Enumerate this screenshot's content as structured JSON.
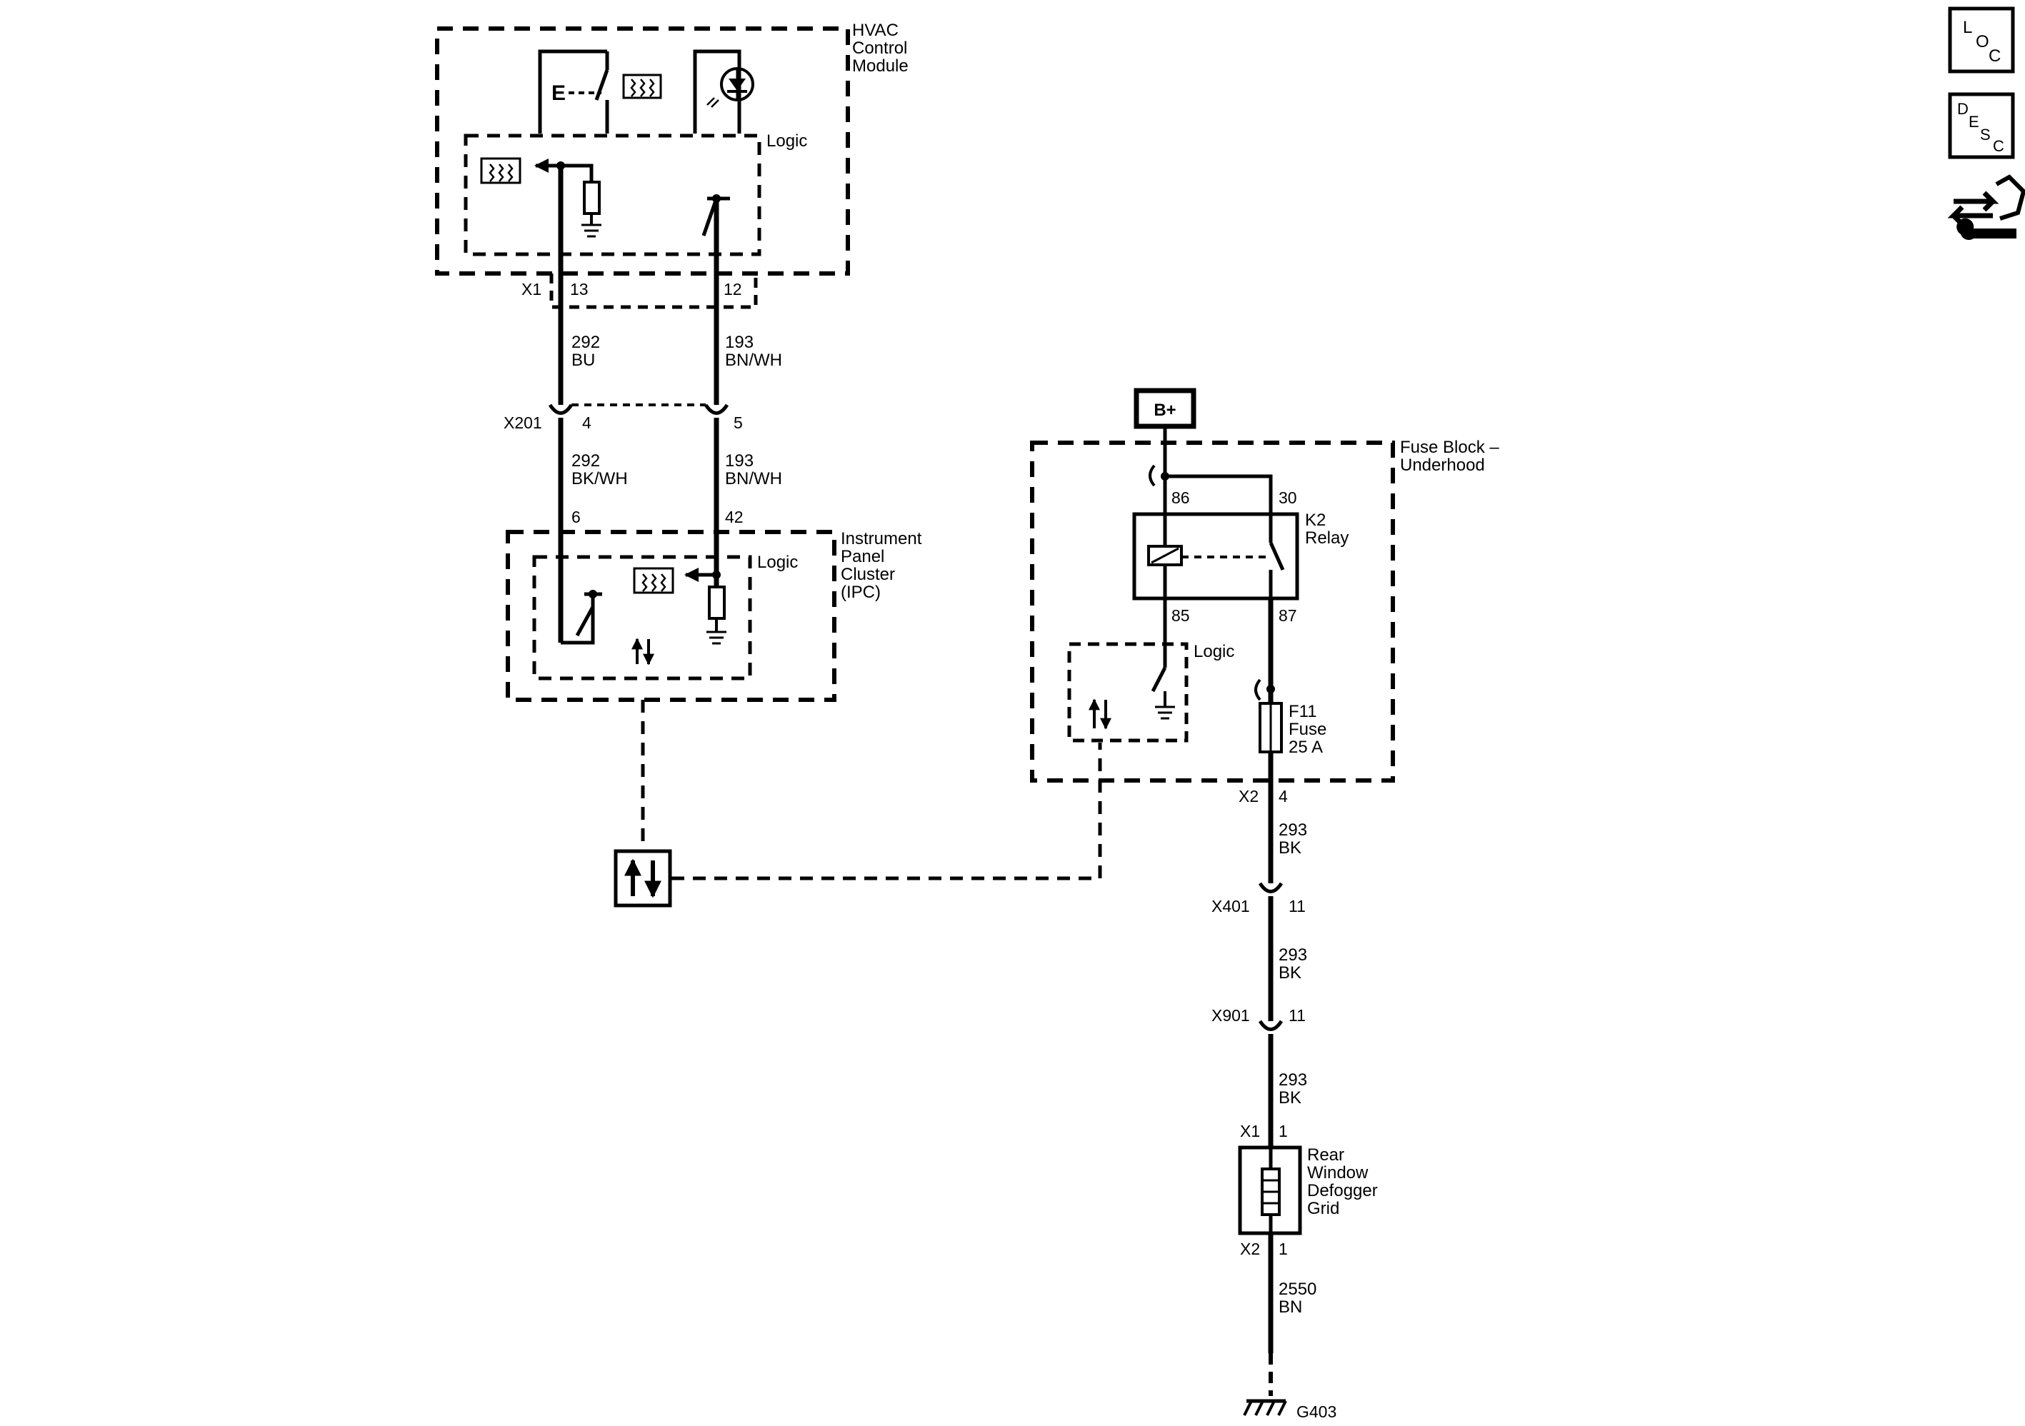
{
  "hvac": {
    "title_lines": [
      "HVAC",
      "Control",
      "Module"
    ],
    "logic": "Logic",
    "connector": "X1",
    "pin_left": "13",
    "pin_right": "12"
  },
  "wire_top_left": {
    "circuit": "292",
    "color": "BU"
  },
  "wire_top_right": {
    "circuit": "193",
    "color": "BN/WH"
  },
  "x201": {
    "name": "X201",
    "pin_left": "4",
    "pin_right": "5"
  },
  "wire_mid_left": {
    "circuit": "292",
    "color": "BK/WH"
  },
  "wire_mid_right": {
    "circuit": "193",
    "color": "BN/WH"
  },
  "ipc": {
    "pin_left": "6",
    "pin_right": "42",
    "title_lines": [
      "Instrument",
      "Panel",
      "Cluster",
      "(IPC)"
    ],
    "logic": "Logic"
  },
  "b_plus": "B+",
  "fuse_block": {
    "title_lines": [
      "Fuse Block –",
      "Underhood"
    ],
    "relay_pins": {
      "p86": "86",
      "p30": "30",
      "p85": "85",
      "p87": "87"
    },
    "relay_lines": [
      "K2",
      "Relay"
    ],
    "logic": "Logic",
    "fuse_lines": [
      "F11",
      "Fuse",
      "25 A"
    ],
    "connector": "X2",
    "connector_pin": "4"
  },
  "wire_293_a": {
    "circuit": "293",
    "color": "BK"
  },
  "x401": {
    "name": "X401",
    "pin": "11"
  },
  "wire_293_b": {
    "circuit": "293",
    "color": "BK"
  },
  "x901": {
    "name": "X901",
    "pin": "11"
  },
  "wire_293_c": {
    "circuit": "293",
    "color": "BK"
  },
  "defogger": {
    "x1": "X1",
    "x1_pin": "1",
    "name_lines": [
      "Rear",
      "Window",
      "Defogger",
      "Grid"
    ],
    "x2": "X2",
    "x2_pin": "1"
  },
  "wire_2550": {
    "circuit": "2550",
    "color": "BN"
  },
  "ground": "G403",
  "sidebar": {
    "loc": {
      "l1": "L",
      "l2": "O",
      "l3": "C"
    },
    "desc": {
      "l1": "D",
      "l2": "E",
      "l3": "S",
      "l4": "C"
    },
    "tool_icon": "connector-wrench-icon"
  }
}
